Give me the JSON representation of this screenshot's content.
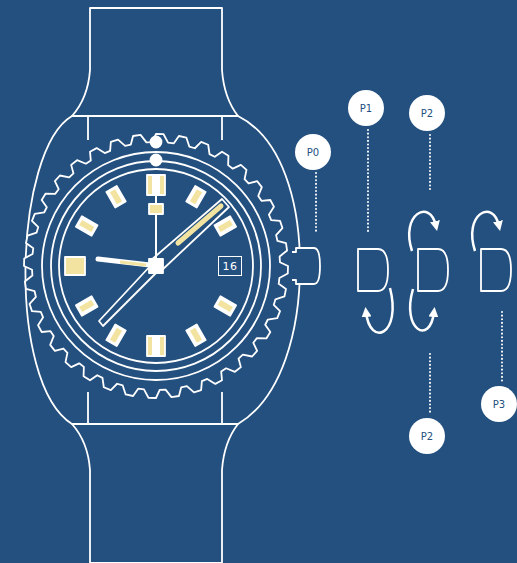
{
  "diagram": {
    "nodes": [
      {
        "text": [
          "P1"
        ]
      },
      {
        "text": [
          "P2"
        ]
      },
      {
        "text": [
          "P0"
        ]
      },
      {
        "text": [
          "16"
        ]
      },
      {
        "text": [
          "P3"
        ]
      },
      {
        "text": [
          "P2"
        ]
      }
    ]
  }
}
